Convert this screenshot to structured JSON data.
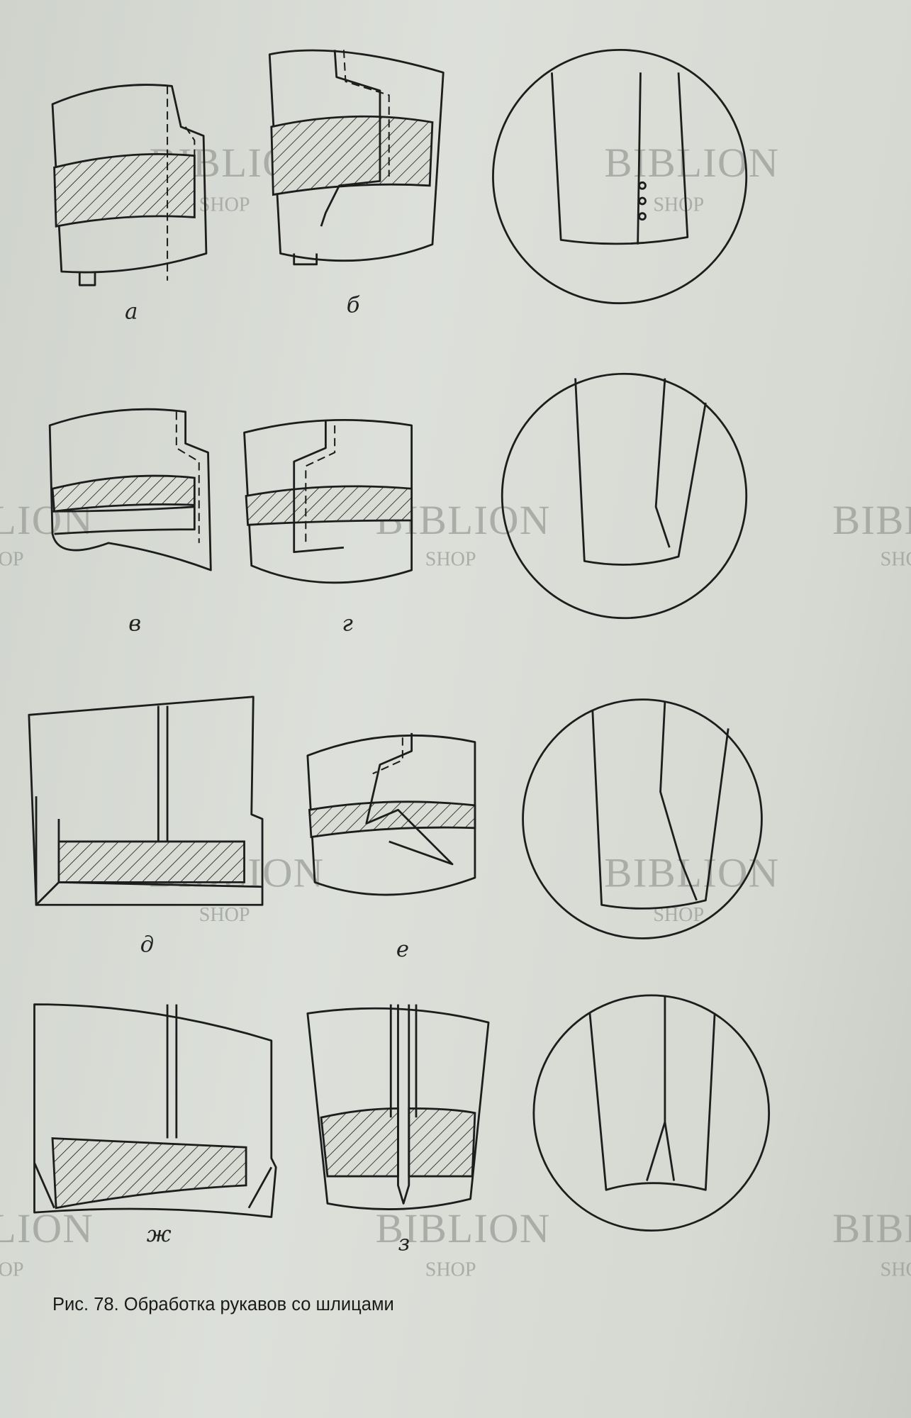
{
  "figure": {
    "caption": "Рис. 78. Обработка рукавов со шлицами",
    "labels": [
      "а",
      "б",
      "в",
      "г",
      "д",
      "е",
      "ж",
      "з"
    ]
  },
  "watermark": {
    "title": "BIBLION",
    "subtitle": "SHOP"
  }
}
